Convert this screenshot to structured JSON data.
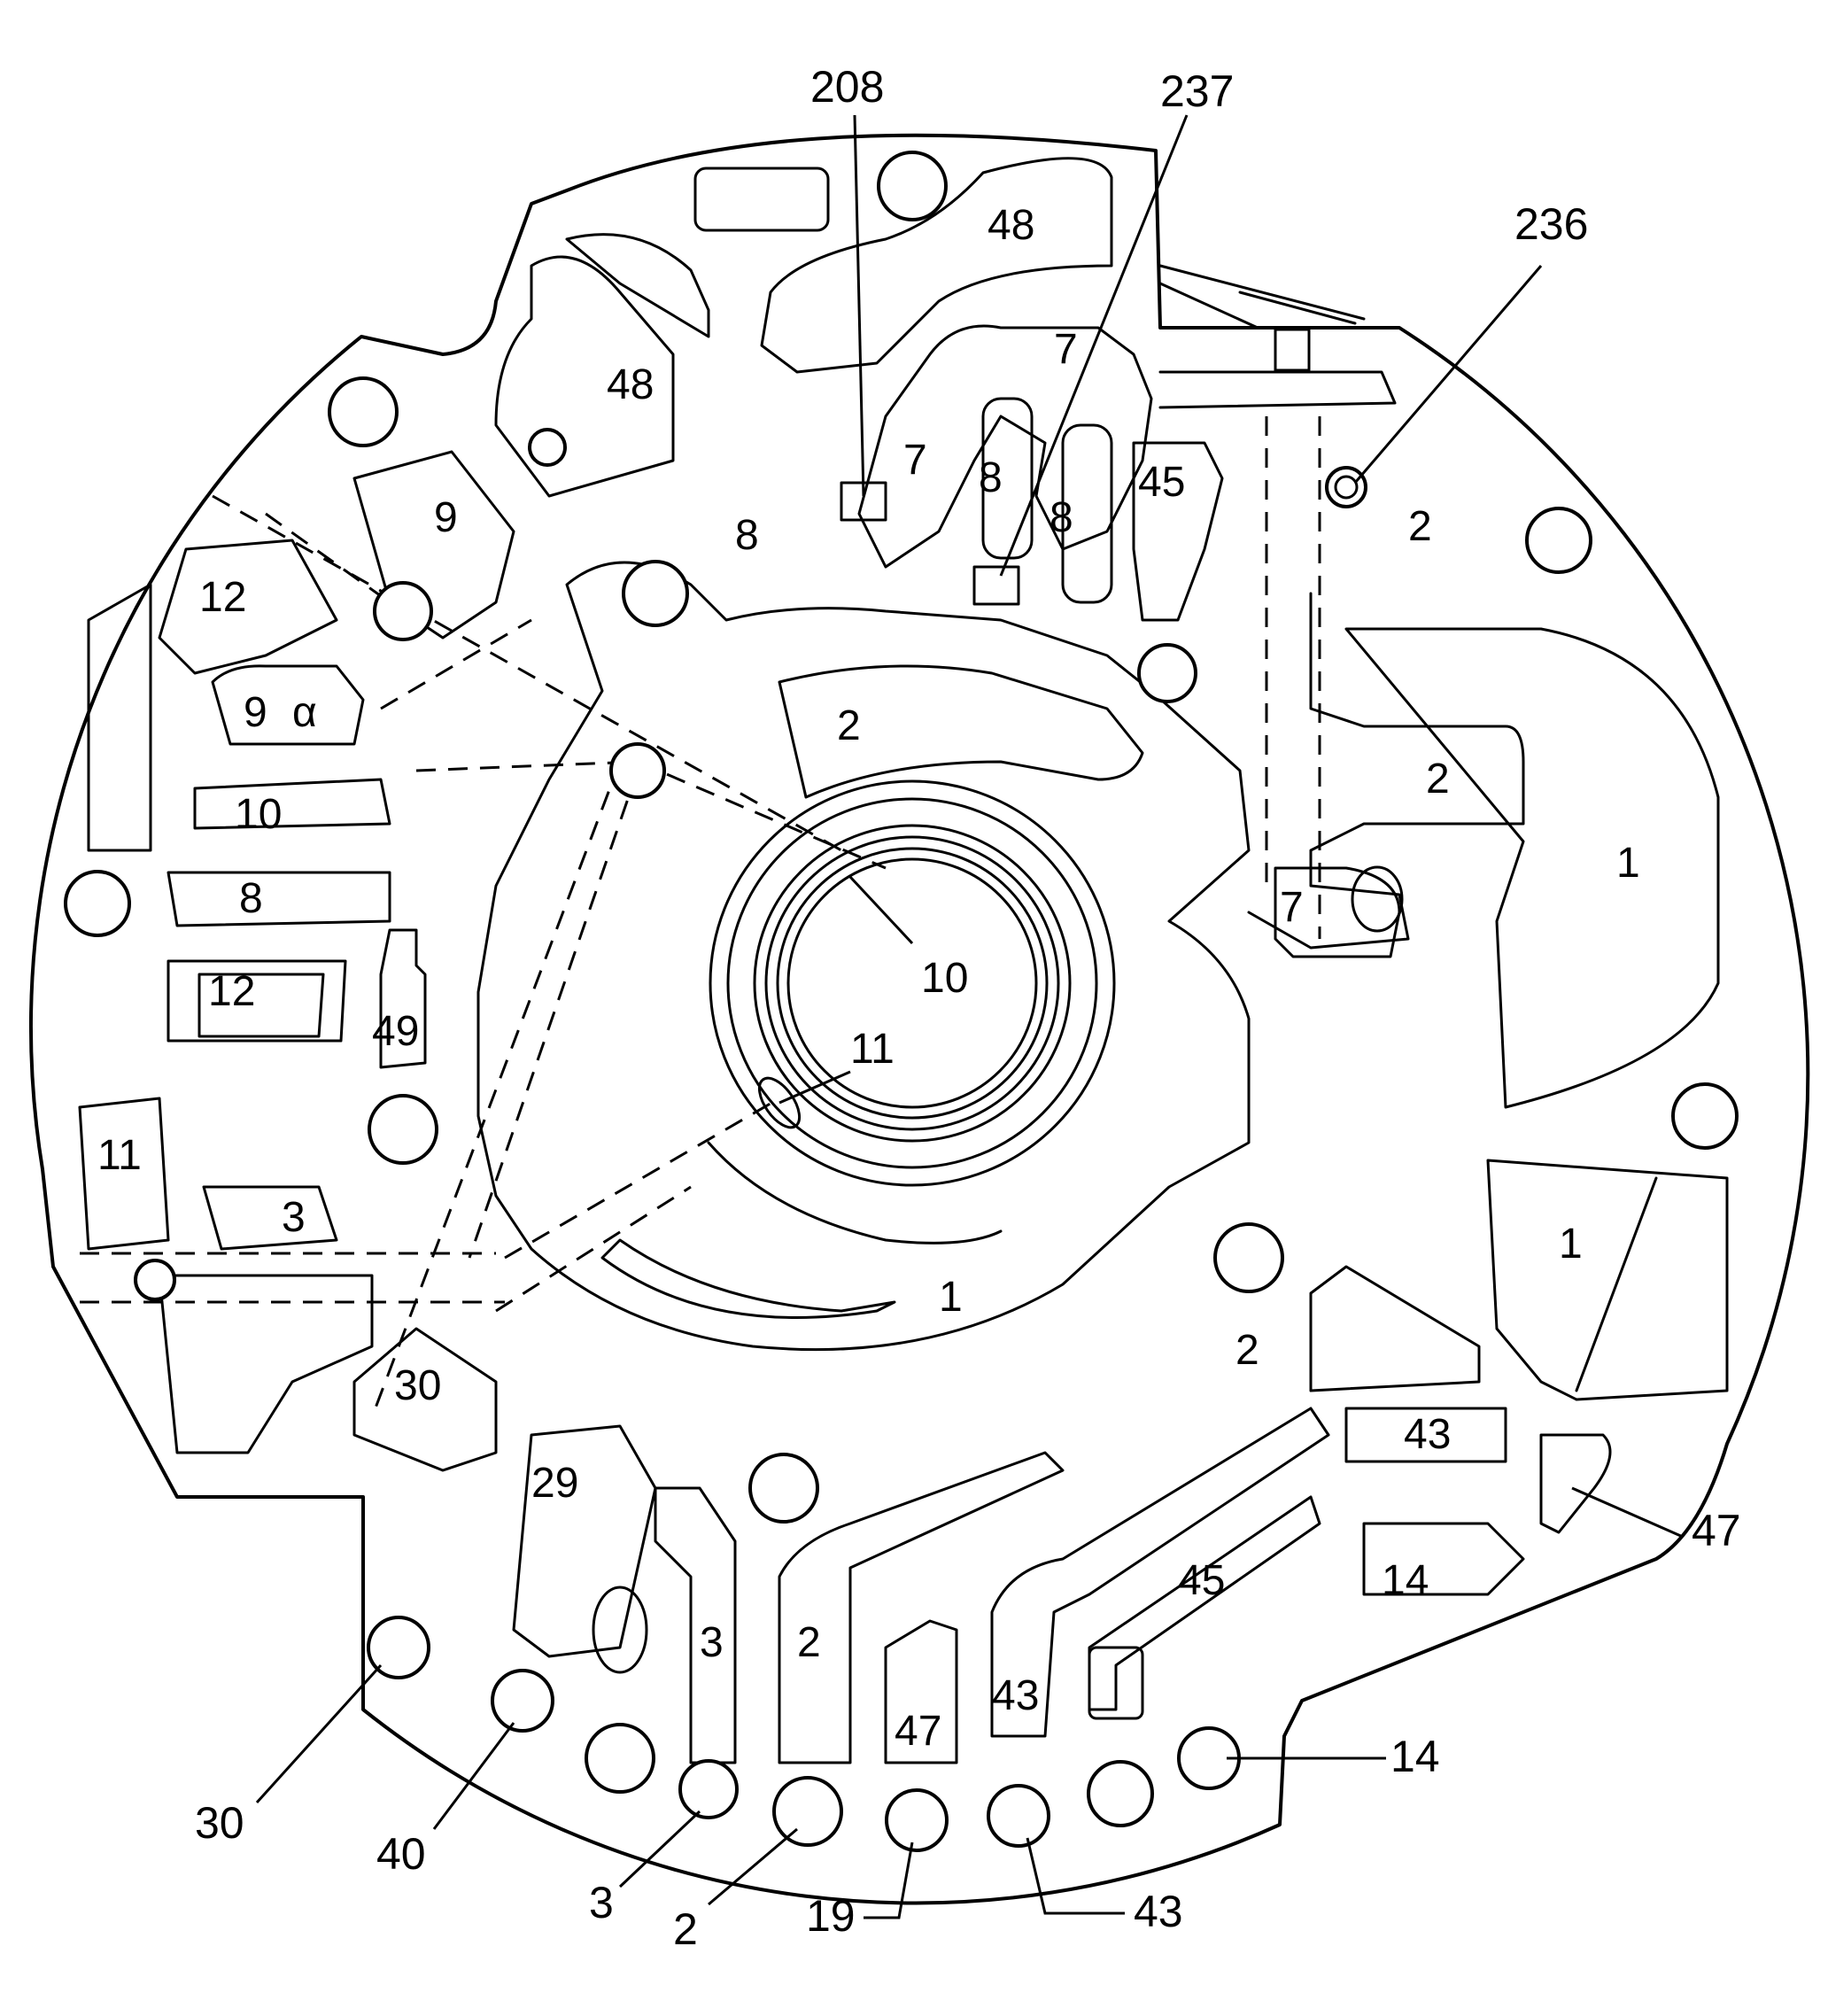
{
  "callouts": {
    "c208": "208",
    "c237": "237",
    "c236": "236",
    "c47": "47",
    "c14": "14",
    "c43": "43",
    "c19": "19",
    "c2": "2",
    "c3": "3",
    "c40": "40",
    "c30": "30"
  },
  "passages": {
    "p48_top": "48",
    "p48_left": "48",
    "p7_top": "7",
    "p7_mid": "7",
    "p8_a": "8",
    "p8_b": "8",
    "p45_top": "45",
    "p9_top": "9",
    "p8_left": "8",
    "p2_right_top": "2",
    "p12_left": "12",
    "p2_center": "2",
    "p2_right": "2",
    "p9_inner": "9",
    "p_alpha": "α",
    "p10_left": "10",
    "p1_right": "1",
    "p8_lower": "8",
    "p7_right": "7",
    "p10_center": "10",
    "p12_lower": "12",
    "p49": "49",
    "p11_center": "11",
    "p11_left": "11",
    "p3_left": "3",
    "p1_right_lower": "1",
    "p1_center": "1",
    "p30_inner": "30",
    "p2_lower": "2",
    "p43_right": "43",
    "p29": "29",
    "p45_lower": "45",
    "p14_lower": "14",
    "p3_channel": "3",
    "p2_channel": "2",
    "p43_channel": "43",
    "p47_channel": "47"
  }
}
